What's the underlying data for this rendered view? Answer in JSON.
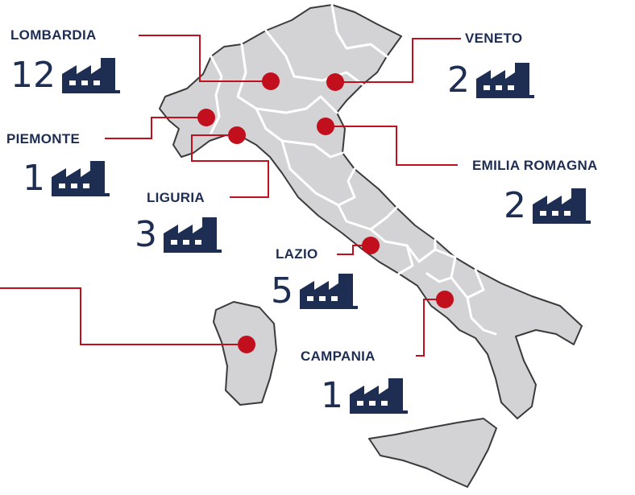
{
  "colors": {
    "text": "#1e2d52",
    "icon": "#1e2d52",
    "marker": "#c10f1e",
    "leader": "#c10f1e",
    "land": "#d3d3d5",
    "border": "#3b3b3d"
  },
  "icon_name": "factory-icon",
  "regions": [
    {
      "name": "LOMBARDIA",
      "count": "12"
    },
    {
      "name": "VENETO",
      "count": "2"
    },
    {
      "name": "PIEMONTE",
      "count": "1"
    },
    {
      "name": "EMILIA ROMAGNA",
      "count": "2"
    },
    {
      "name": "LIGURIA",
      "count": "3"
    },
    {
      "name": "LAZIO",
      "count": "5"
    },
    {
      "name": "CAMPANIA",
      "count": "1"
    }
  ]
}
